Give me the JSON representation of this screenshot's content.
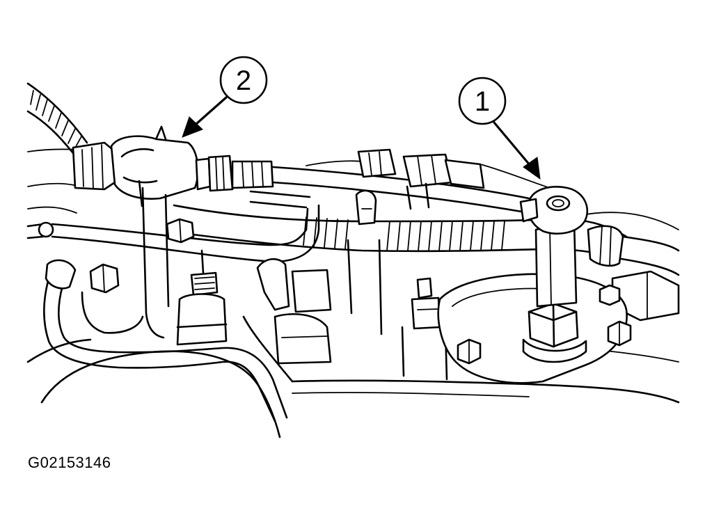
{
  "callouts": [
    {
      "id": "callout-2",
      "label": "2"
    },
    {
      "id": "callout-1",
      "label": "1"
    }
  ],
  "figure_id": "G02153146"
}
